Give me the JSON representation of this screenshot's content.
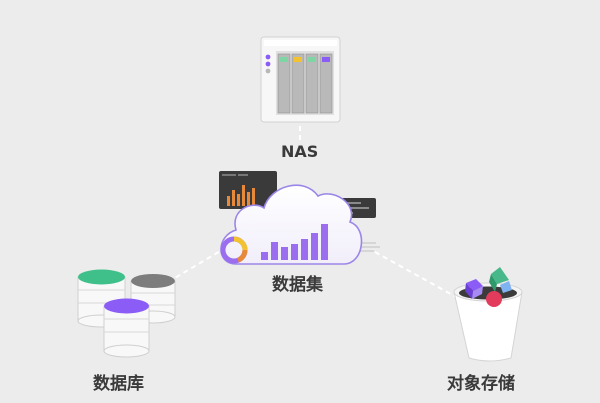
{
  "labels": {
    "nas": "NAS",
    "dataset": "数据集",
    "database": "数据库",
    "object_storage": "对象存储"
  },
  "colors": {
    "background": "#ececec",
    "accent_purple": "#9b6ef0",
    "bar_orange": "#e8893a",
    "db_green": "#3fbf8a",
    "db_gray": "#7d7d7d",
    "db_purple": "#8b5cf6",
    "donut_yellow": "#f2c230"
  }
}
